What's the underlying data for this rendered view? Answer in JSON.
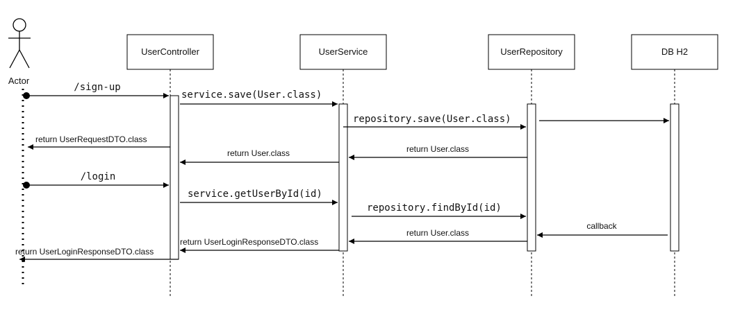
{
  "actor": {
    "label": "Actor"
  },
  "participants": [
    {
      "id": "controller",
      "label": "UserController"
    },
    {
      "id": "service",
      "label": "UserService"
    },
    {
      "id": "repository",
      "label": "UserRepository"
    },
    {
      "id": "db",
      "label": "DB H2"
    }
  ],
  "messages": [
    {
      "id": "sign-up",
      "label": "/sign-up"
    },
    {
      "id": "service-save",
      "label": "service.save(User.class)"
    },
    {
      "id": "repository-save",
      "label": "repository.save(User.class)"
    },
    {
      "id": "db-save",
      "label": ""
    },
    {
      "id": "return-user-request-dto",
      "label": "return UserRequestDTO.class"
    },
    {
      "id": "return-user-class-1",
      "label": "return User.class"
    },
    {
      "id": "return-user-class-2",
      "label": "return User.class"
    },
    {
      "id": "login",
      "label": "/login"
    },
    {
      "id": "service-get-user-by-id",
      "label": "service.getUserById(id)"
    },
    {
      "id": "repository-find-by-id",
      "label": "repository.findById(id)"
    },
    {
      "id": "callback",
      "label": "callback"
    },
    {
      "id": "return-user-class-3",
      "label": "return User.class"
    },
    {
      "id": "return-user-login-response-dto-1",
      "label": "return UserLoginResponseDTO.class"
    },
    {
      "id": "return-user-login-response-dto-2",
      "label": "return UserLoginResponseDTO.class"
    }
  ]
}
